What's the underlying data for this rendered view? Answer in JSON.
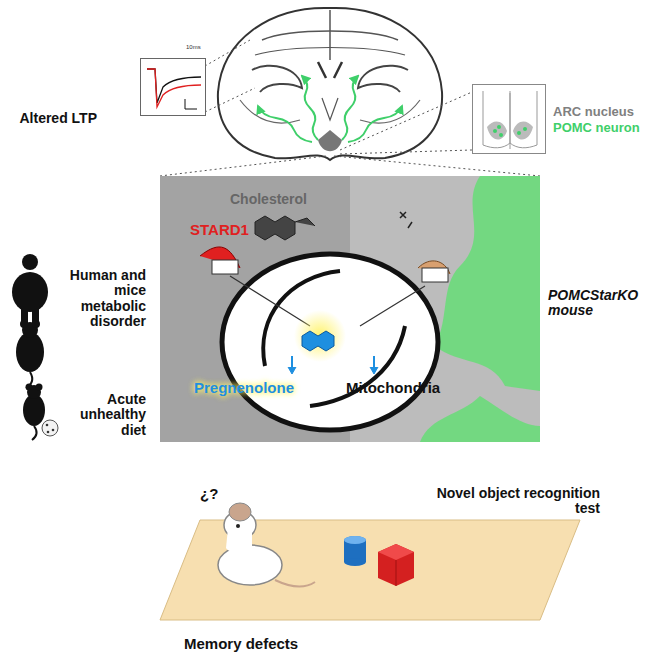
{
  "diagram": {
    "nodes": [
      {
        "text": [
          "Altered LTP"
        ]
      },
      {
        "text": [
          "ARC nucleus",
          "POMC neuron"
        ]
      },
      {
        "text": [
          "Cholesterol",
          "STARD1",
          "Pregnenolone",
          "Mitochondria"
        ]
      }
    ],
    "labels": [
      "Human and mice metabolic disorder",
      "Acute unhealthy diet",
      "POMCStarKO mouse",
      "¿?",
      "Novel object recognition test",
      "Memory defects",
      "10ms"
    ]
  }
}
